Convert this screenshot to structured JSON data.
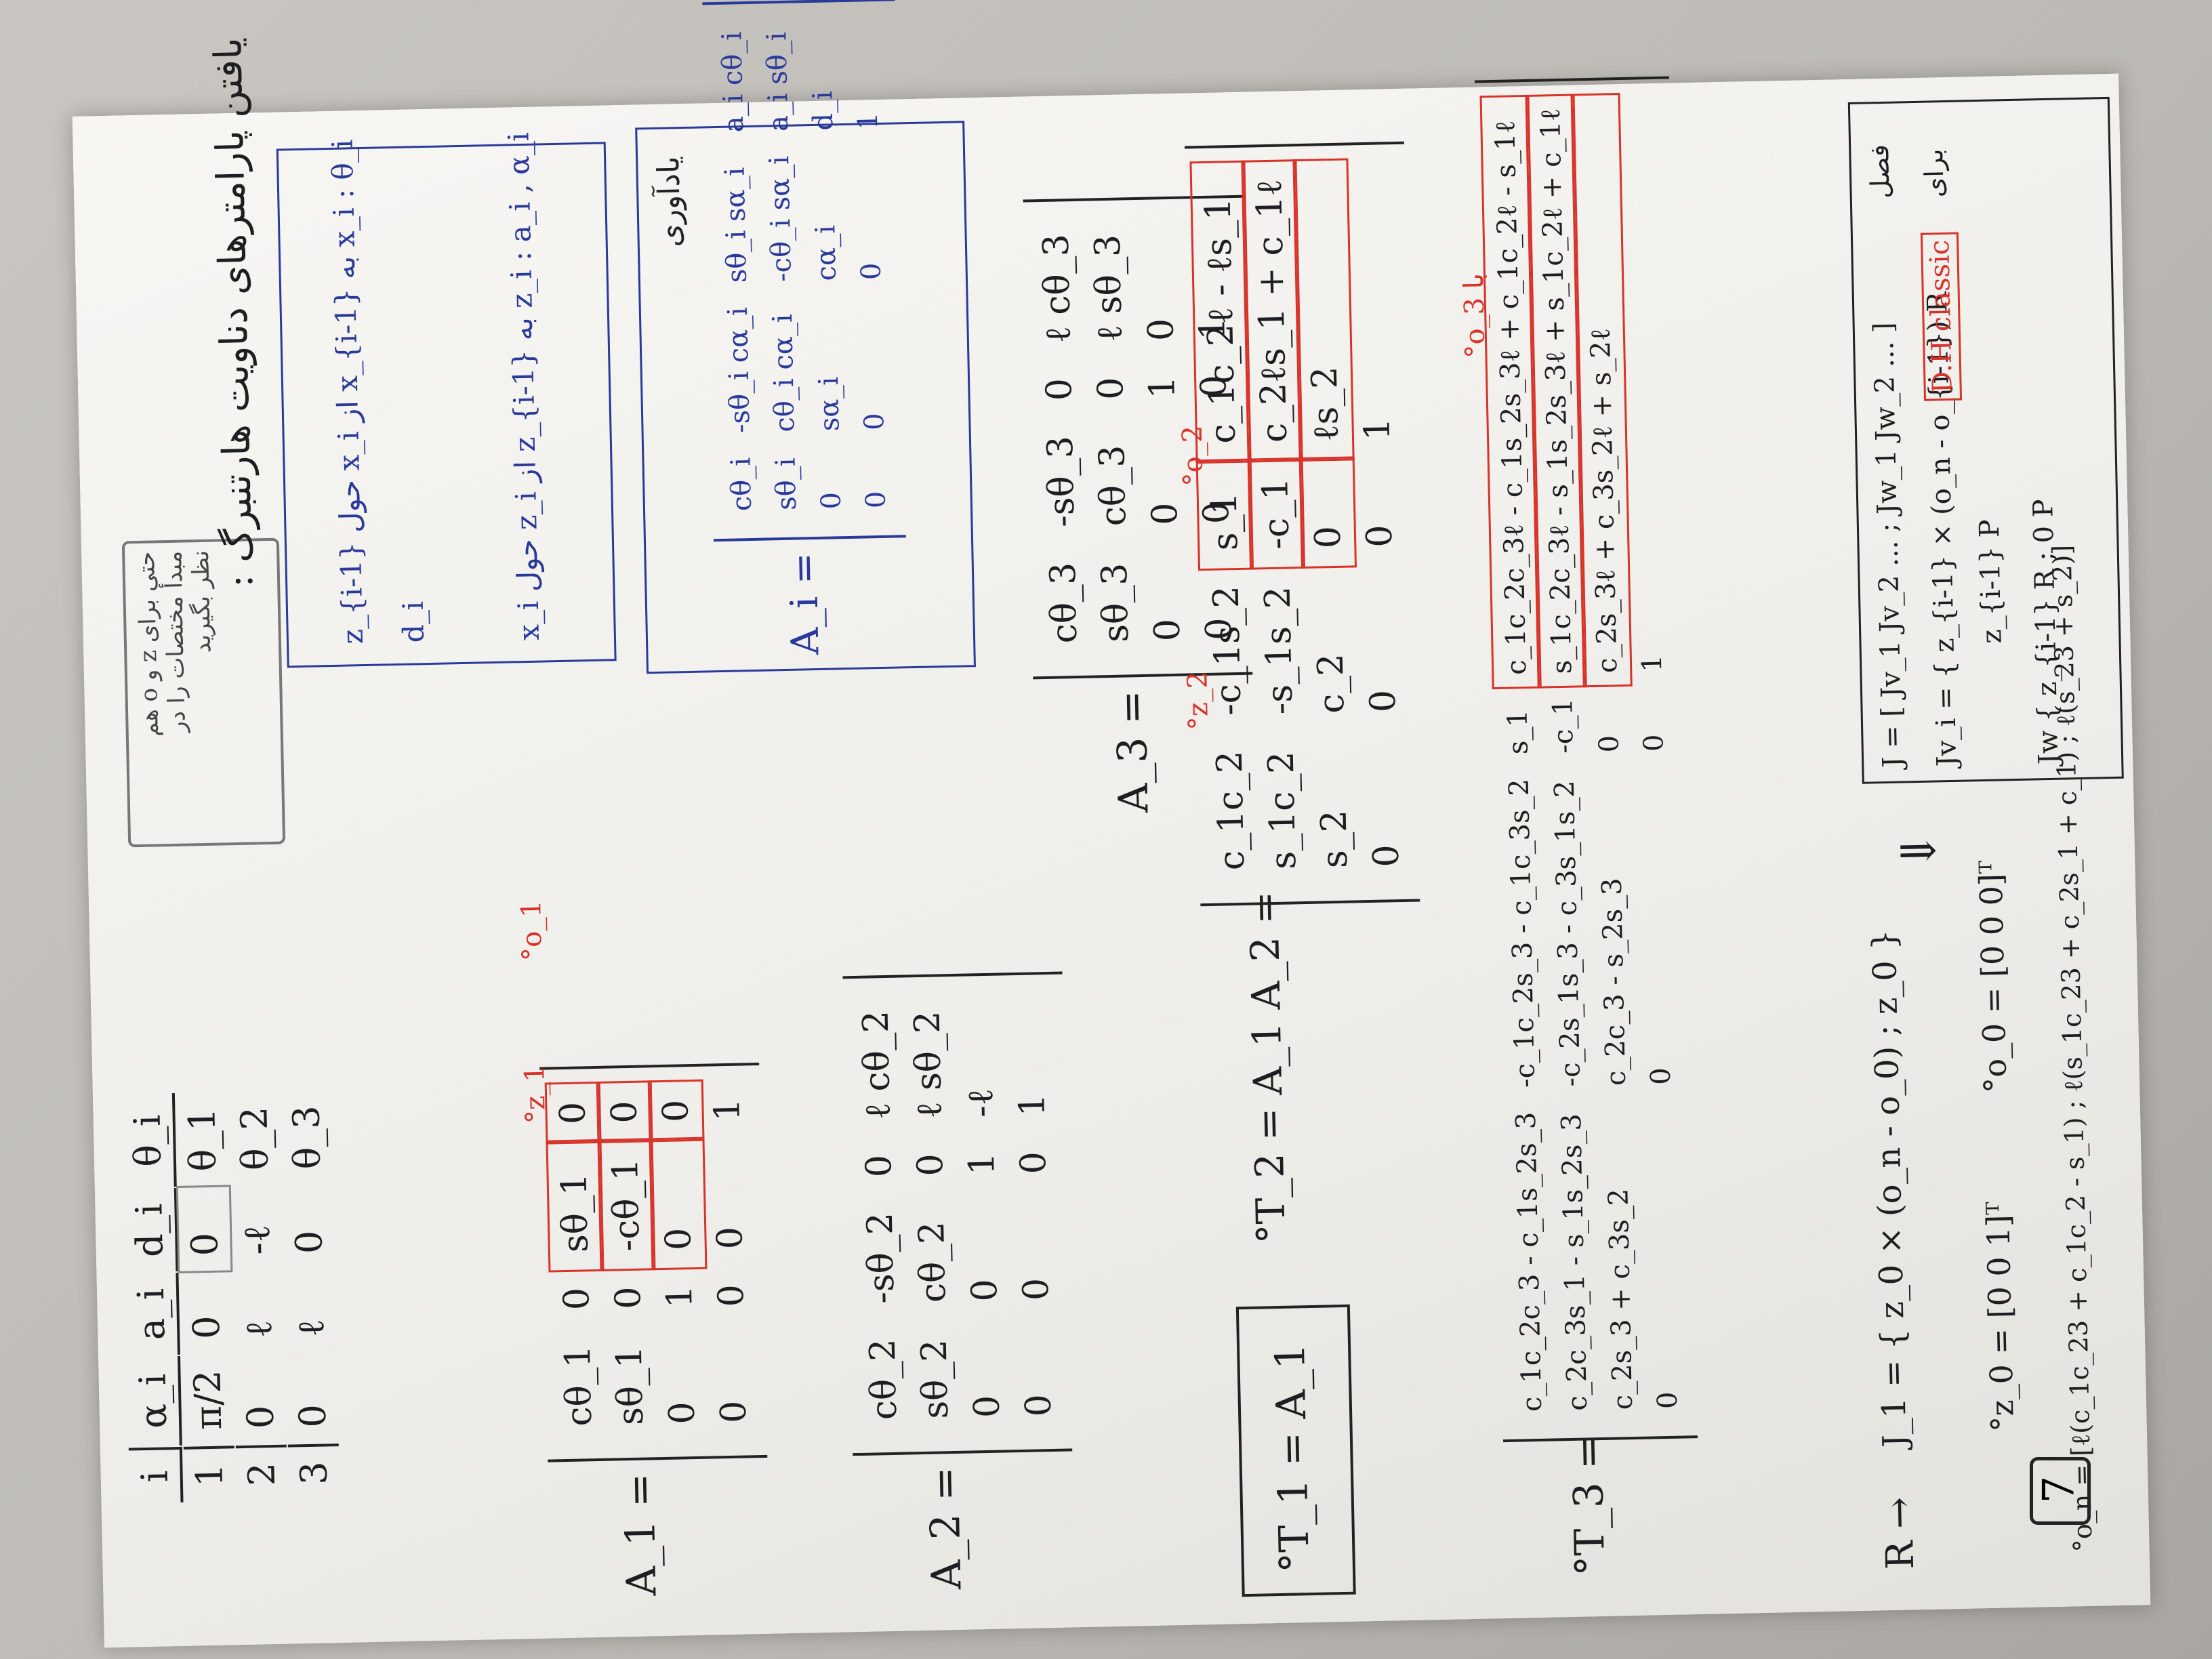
{
  "dh_table": {
    "headers": [
      "i",
      "α_i",
      "a_i",
      "d_i",
      "θ_i"
    ],
    "rows": [
      [
        "1",
        "π/2",
        "0",
        "0",
        "θ_1"
      ],
      [
        "2",
        "0",
        "ℓ",
        "-ℓ",
        "θ_2"
      ],
      [
        "3",
        "0",
        "ℓ",
        "0",
        "θ_3"
      ]
    ]
  },
  "gray_note": [
    "حتی برای z و o هم",
    "مبدأ مختصات را در",
    "نظر بگیرید"
  ],
  "persian_title": "یافتن پارامترهای دناویت هارتنبرگ :",
  "blue_rules": {
    "line1": "z_{i-1} حول x_i از x_{i-1} به x_i : θ_i",
    "line1_right": "d_i",
    "line2": "x_i حول z_i از z_{i-1} به z_i : a_i , α_i"
  },
  "general_matrix": {
    "label": "A_i =",
    "rows": [
      [
        "cθ_i",
        "-sθ_i cα_i",
        "sθ_i sα_i",
        "a_i cθ_i"
      ],
      [
        "sθ_i",
        "cθ_i cα_i",
        "-cθ_i sα_i",
        "a_i sθ_i"
      ],
      [
        "0",
        "sα_i",
        "cα_i",
        "d_i"
      ],
      [
        "0",
        "0",
        "0",
        "1"
      ]
    ],
    "note": "یادآوری"
  },
  "A1": {
    "label": "A_1 =",
    "rows": [
      [
        "cθ_1",
        "0",
        "sθ_1",
        "0"
      ],
      [
        "sθ_1",
        "0",
        "-cθ_1",
        "0"
      ],
      [
        "0",
        "1",
        "0",
        "0"
      ],
      [
        "0",
        "0",
        "0",
        "1"
      ]
    ],
    "red_z": "°z_1",
    "red_o": "°o_1"
  },
  "A2": {
    "label": "A_2 =",
    "rows": [
      [
        "cθ_2",
        "-sθ_2",
        "0",
        "ℓ cθ_2"
      ],
      [
        "sθ_2",
        "cθ_2",
        "0",
        "ℓ sθ_2"
      ],
      [
        "0",
        "0",
        "1",
        "-ℓ"
      ],
      [
        "0",
        "0",
        "0",
        "1"
      ]
    ]
  },
  "A3": {
    "label": "A_3 =",
    "rows": [
      [
        "cθ_3",
        "-sθ_3",
        "0",
        "ℓ cθ_3"
      ],
      [
        "sθ_3",
        "cθ_3",
        "0",
        "ℓ sθ_3"
      ],
      [
        "0",
        "0",
        "1",
        "0"
      ],
      [
        "0",
        "0",
        "0",
        "1"
      ]
    ]
  },
  "T01": {
    "label": "°T_1 = A_1"
  },
  "T02": {
    "label": "°T_2 = A_1 A_2 =",
    "rows": [
      [
        "c_1c_2",
        "-c_1s_2",
        "s_1",
        "c_1c_2ℓ - ℓs_1"
      ],
      [
        "s_1c_2",
        "-s_1s_2",
        "-c_1",
        "c_2ℓs_1 + c_1ℓ"
      ],
      [
        "s_2",
        "c_2",
        "0",
        "ℓs_2"
      ],
      [
        "0",
        "0",
        "0",
        "1"
      ]
    ],
    "red_z": "°z_2",
    "red_o": "°o_2"
  },
  "T03": {
    "label": "°T_3 =",
    "rows": [
      [
        "c_1c_2c_3 - c_1s_2s_3",
        "-c_1c_2s_3 - c_1c_3s_2",
        "s_1",
        "c_1c_2c_3ℓ - c_1s_2s_3ℓ + c_1c_2ℓ - s_1ℓ"
      ],
      [
        "c_2c_3s_1 - s_1s_2s_3",
        "-c_2s_1s_3 - c_3s_1s_2",
        "-c_1",
        "s_1c_2c_3ℓ - s_1s_2s_3ℓ + s_1c_2ℓ + c_1ℓ"
      ],
      [
        "c_2s_3 + c_3s_2",
        "c_2c_3 - s_2s_3",
        "0",
        "c_2s_3ℓ + c_3s_2ℓ + s_2ℓ"
      ],
      [
        "0",
        "0",
        "0",
        "1"
      ]
    ],
    "red_o": "°o_3 با"
  },
  "jacobian": {
    "R_arrow": "R →",
    "J1": "J_1 = { z_0 × (o_n - o_0) ; z_0 }",
    "z0": "°z_0 = [0 0 1]ᵀ",
    "o0": "°o_0 = [0 0 0]ᵀ",
    "on": "°o_n = [ℓ(c_1c_23 + c_1c_2 - s_1) ; ℓ(s_1c_23 + c_2s_1 + c_1) ; ℓ(s_23 + s_2)]",
    "question_number": "7",
    "J": "J = [ Jv_1 Jv_2 ... ; Jw_1 Jw_2 ... ]",
    "Jvi": "Jv_i = { z_{i-1} × (o_n - o_{i-1})   R",
    "Jvi_p": "z_{i-1}   P",
    "Jw": "Jw { z_{i-1}   R ; 0   P",
    "dh_classic": "D.H classic",
    "persian_note_1": "برای",
    "persian_note_2": "فصل"
  }
}
